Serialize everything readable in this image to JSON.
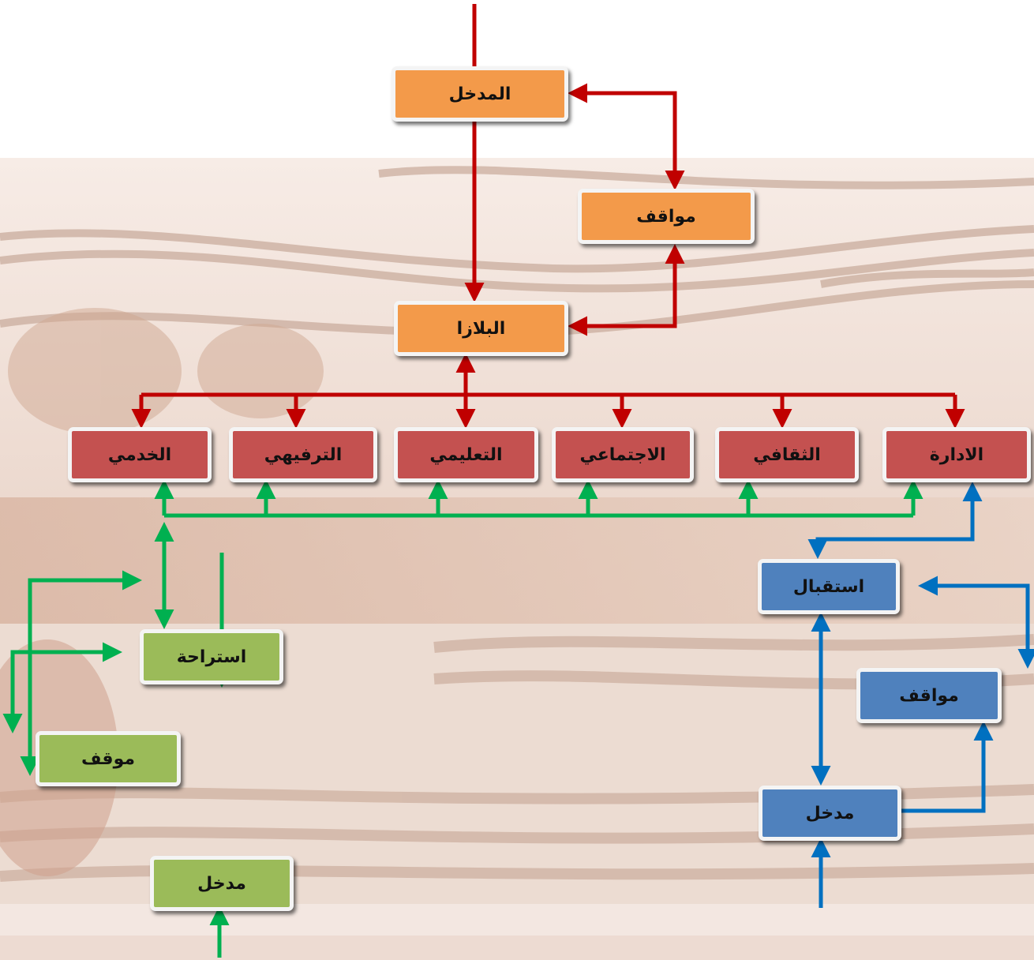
{
  "diagram": {
    "nodes": {
      "main_entrance": "المدخل",
      "main_parking": "مواقف",
      "plaza": "البلازا",
      "service": "الخدمي",
      "recreational": "الترفيهي",
      "educational": "التعليمي",
      "social": "الاجتماعي",
      "cultural": "الثقافي",
      "administration": "الادارة",
      "admin_reception": "استقبال",
      "admin_parking": "مواقف",
      "admin_entrance": "مدخل",
      "rest_area": "استراحة",
      "service_parking": "موقف",
      "service_entrance": "مدخل"
    },
    "colors": {
      "public_flow": "#c00000",
      "service_flow": "#00b050",
      "admin_flow": "#0070c0",
      "plaza_nodes": "#f39a4a",
      "zone_nodes": "#c45150",
      "service_nodes": "#9bbb59",
      "admin_nodes": "#4f81bd"
    }
  }
}
